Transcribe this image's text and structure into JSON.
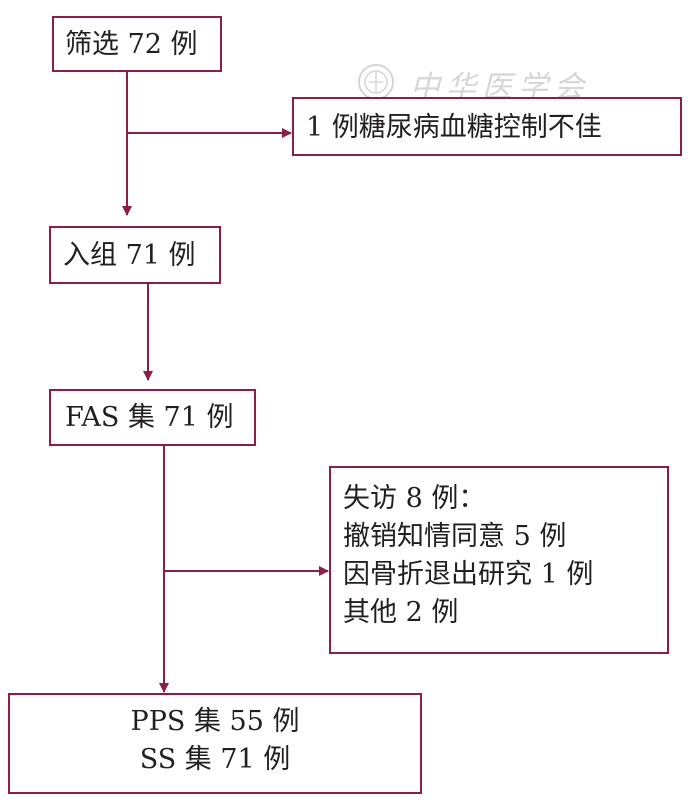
{
  "screening": "筛选 72 例",
  "exclusion": "1 例糖尿病血糖控制不佳",
  "enrolled": "入组 71 例",
  "fas": "FAS 集 71 例",
  "lost": {
    "title": "失访 8 例：",
    "reasons": [
      "撤销知情同意 5 例",
      "因骨折退出研究 1 例",
      "其他 2 例"
    ]
  },
  "result": {
    "pps": "PPS 集 55 例",
    "ss": "SS 集 71 例"
  },
  "watermark": "中华医学会",
  "colors": {
    "accent": "#8c1d47"
  }
}
